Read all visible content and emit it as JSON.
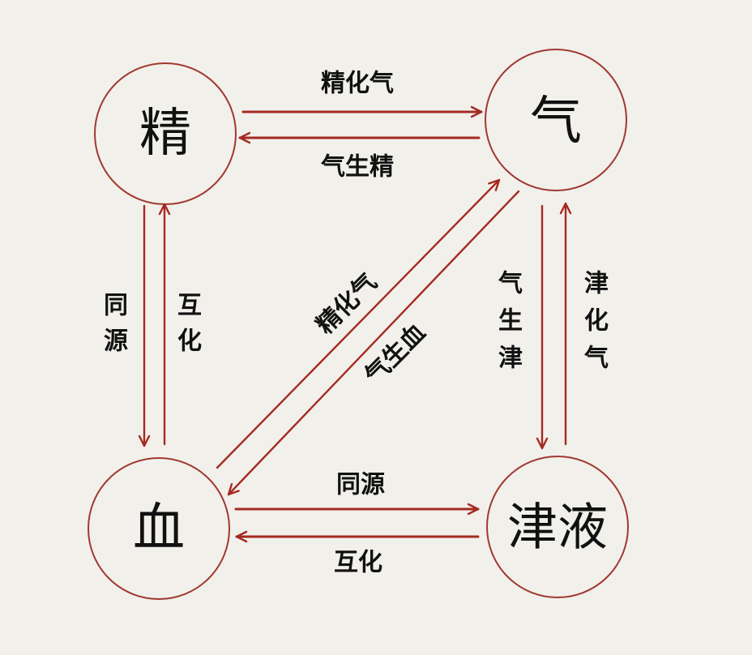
{
  "colors": {
    "background": "#f2f0eb",
    "circle_stroke": "#a0392f",
    "arrow": "#a52a22",
    "text": "#111111"
  },
  "nodes": {
    "jing": {
      "label": "精"
    },
    "qi": {
      "label": "气"
    },
    "xue": {
      "label": "血"
    },
    "jinye": {
      "label": "津液"
    }
  },
  "edges": {
    "jing_to_qi": {
      "label": "精化气"
    },
    "qi_to_jing": {
      "label": "气生精"
    },
    "jing_to_xue": {
      "label": [
        "同",
        "源"
      ]
    },
    "xue_to_jing": {
      "label": [
        "互",
        "化"
      ]
    },
    "xue_to_qi": {
      "label": "精化气"
    },
    "qi_to_xue": {
      "label": "气生血"
    },
    "qi_to_jinye": {
      "label": [
        "气",
        "生",
        "津"
      ]
    },
    "jinye_to_qi": {
      "label": [
        "津",
        "化",
        "气"
      ]
    },
    "xue_to_jinye": {
      "label": "同源"
    },
    "jinye_to_xue": {
      "label": "互化"
    }
  }
}
